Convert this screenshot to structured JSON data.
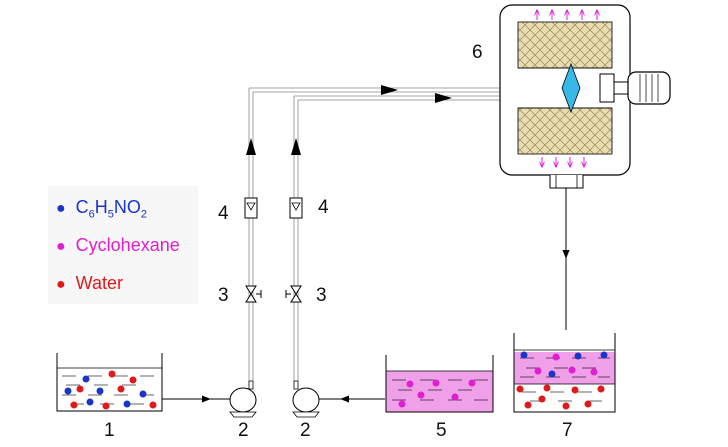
{
  "legend": {
    "items": [
      {
        "dot_color": "#1a35c8",
        "text_color": "#1a35c8",
        "text": "C",
        "sub1": "6",
        "mid1": "H",
        "sub2": "5",
        "mid2": "NO",
        "sub3": "2"
      },
      {
        "dot_color": "#e020d0",
        "text_color": "#e020d0",
        "text": "Cyclohexane"
      },
      {
        "dot_color": "#e01a1a",
        "text_color": "#e01a1a",
        "text": "Water"
      }
    ]
  },
  "labels": {
    "tank_1": "1",
    "pump_left": "2",
    "pump_right": "2",
    "valve_left": "3",
    "valve_right": "3",
    "flowmeter_left": "4",
    "flowmeter_right": "4",
    "tank_5": "5",
    "contactor": "6",
    "tank_7": "7"
  },
  "colors": {
    "line": "#000000",
    "pipe": "#888888",
    "nitrobenzene": "#1a35c8",
    "cyclohexane": "#e020d0",
    "water": "#e01a1a",
    "magenta_fill": "#f0a0e8",
    "packing": "#d9c99a",
    "rotor": "#38b8e8",
    "vessel_fill": "#ffffff"
  },
  "icons": {
    "pump": "centrifugal-pump-icon",
    "valve": "valve-icon",
    "flowmeter": "rotameter-icon",
    "motor": "motor-icon"
  }
}
